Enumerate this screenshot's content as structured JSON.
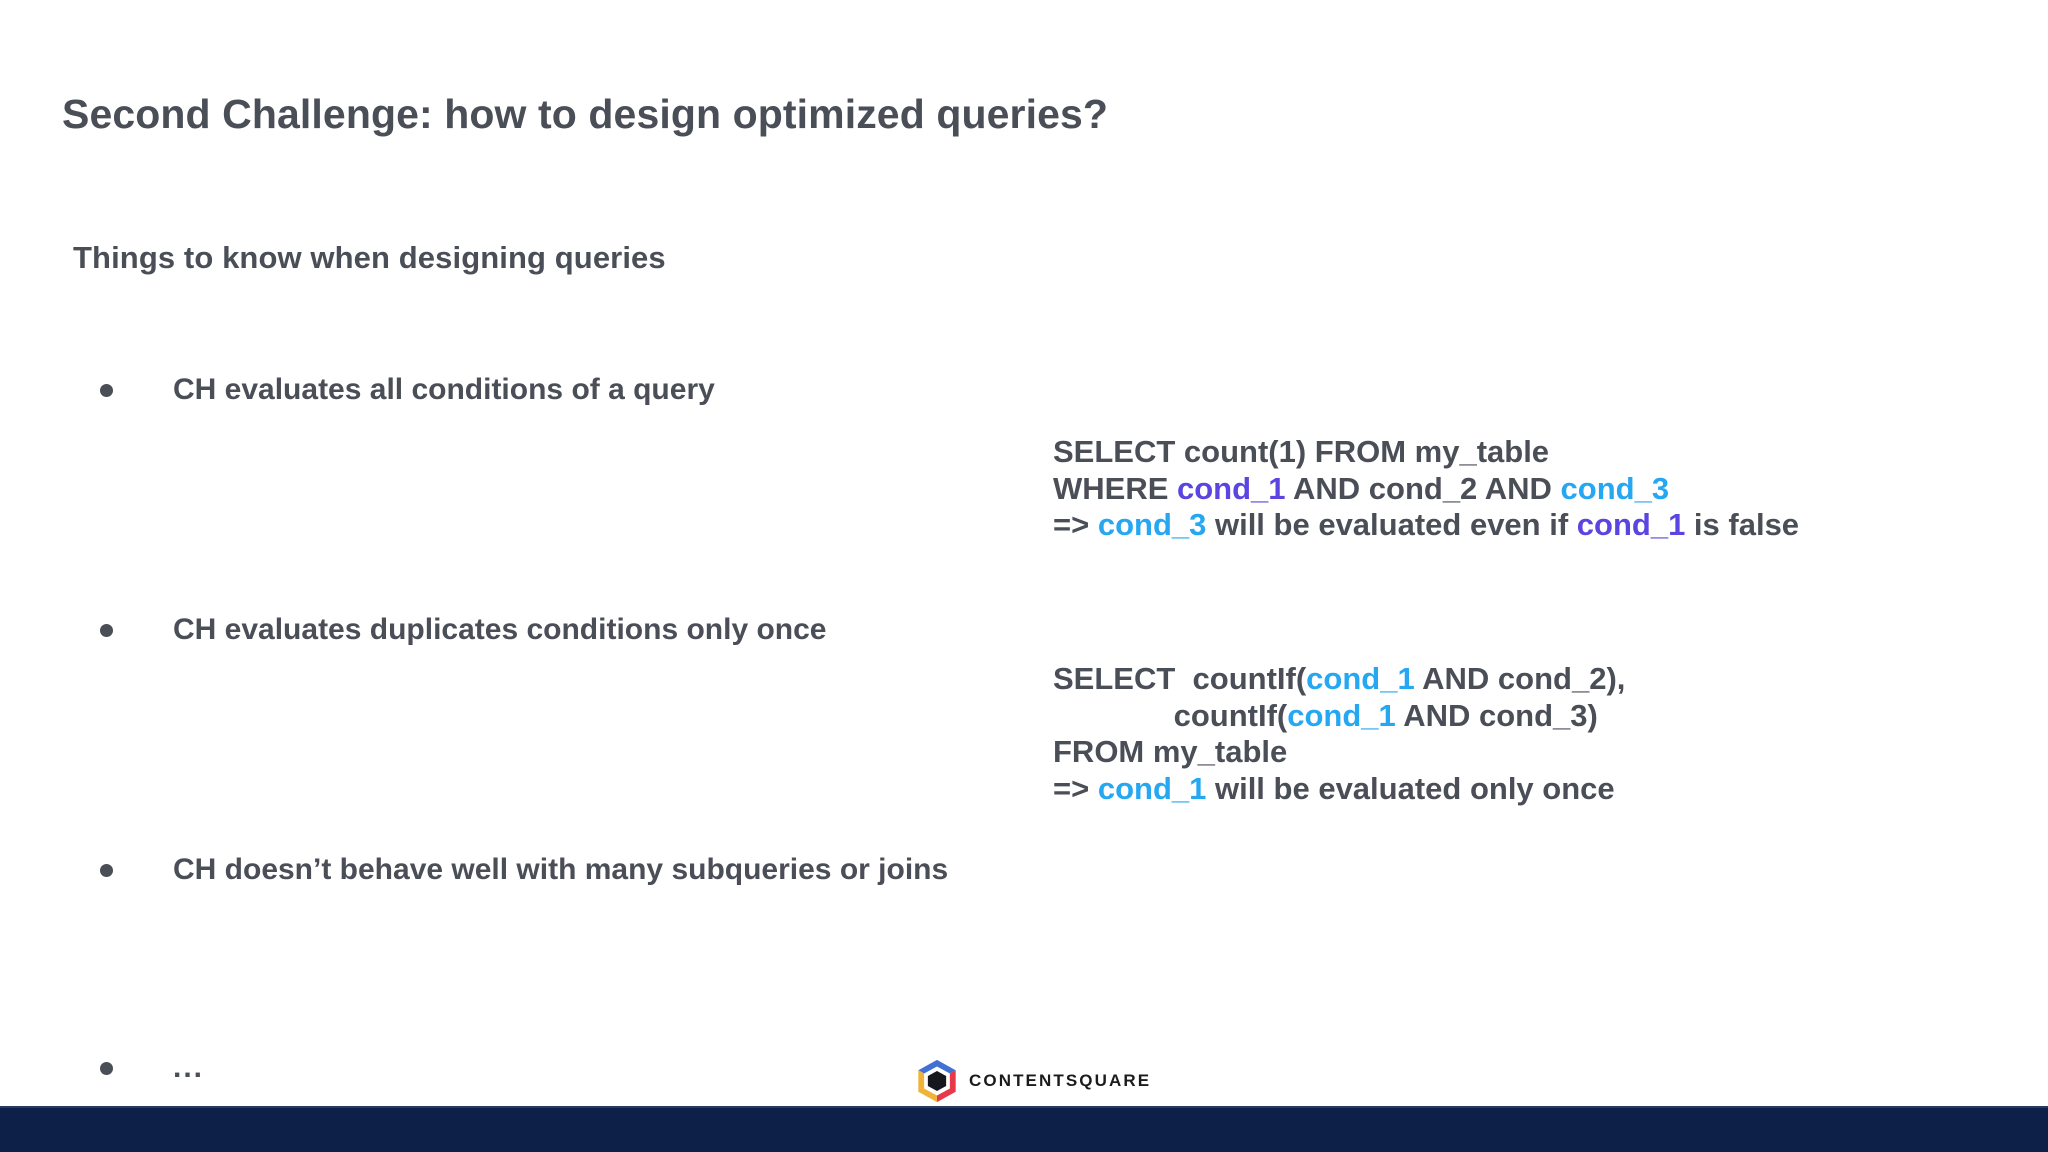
{
  "slide": {
    "title": "Second Challenge: how to design optimized queries?",
    "subtitle": "Things to know when designing queries",
    "bullets": [
      {
        "text": "CH evaluates all conditions of a query"
      },
      {
        "text": "CH evaluates duplicates conditions only once"
      },
      {
        "text": "CH doesn’t behave well with many subqueries or joins"
      },
      {
        "text": "..."
      }
    ],
    "code_blocks": [
      {
        "id": "code-block-1",
        "lines": [
          [
            {
              "t": "SELECT count(1) FROM my_table",
              "c": "plain"
            }
          ],
          [
            {
              "t": "WHERE ",
              "c": "plain"
            },
            {
              "t": "cond_1",
              "c": "purple"
            },
            {
              "t": " AND cond_2 AND ",
              "c": "plain"
            },
            {
              "t": "cond_3",
              "c": "cyan"
            }
          ],
          [
            {
              "t": "=> ",
              "c": "plain"
            },
            {
              "t": "cond_3",
              "c": "cyan"
            },
            {
              "t": " will be evaluated even if ",
              "c": "plain"
            },
            {
              "t": "cond_1",
              "c": "purple"
            },
            {
              "t": " is false",
              "c": "plain"
            }
          ]
        ]
      },
      {
        "id": "code-block-2",
        "lines": [
          [
            {
              "t": "SELECT  countIf(",
              "c": "plain"
            },
            {
              "t": "cond_1",
              "c": "cyan"
            },
            {
              "t": " AND cond_2),",
              "c": "plain"
            }
          ],
          [
            {
              "t": "              countIf(",
              "c": "plain"
            },
            {
              "t": "cond_1",
              "c": "cyan"
            },
            {
              "t": " AND cond_3)",
              "c": "plain"
            }
          ],
          [
            {
              "t": "FROM my_table",
              "c": "plain"
            }
          ],
          [
            {
              "t": "=> ",
              "c": "plain"
            },
            {
              "t": "cond_1",
              "c": "cyan"
            },
            {
              "t": " will be evaluated only once",
              "c": "plain"
            }
          ]
        ]
      }
    ],
    "footer": {
      "brand_name": "CONTENTSQUARE",
      "logo_colors": {
        "top": "#4271d6",
        "left": "#efb33a",
        "right": "#e8394a",
        "center": "#15171c"
      }
    },
    "colors": {
      "text": "#4a4e57",
      "accent_purple": "#5b45e0",
      "accent_cyan": "#26a7f2",
      "bottom_bar": "#0d2047",
      "background": "#ffffff"
    }
  }
}
